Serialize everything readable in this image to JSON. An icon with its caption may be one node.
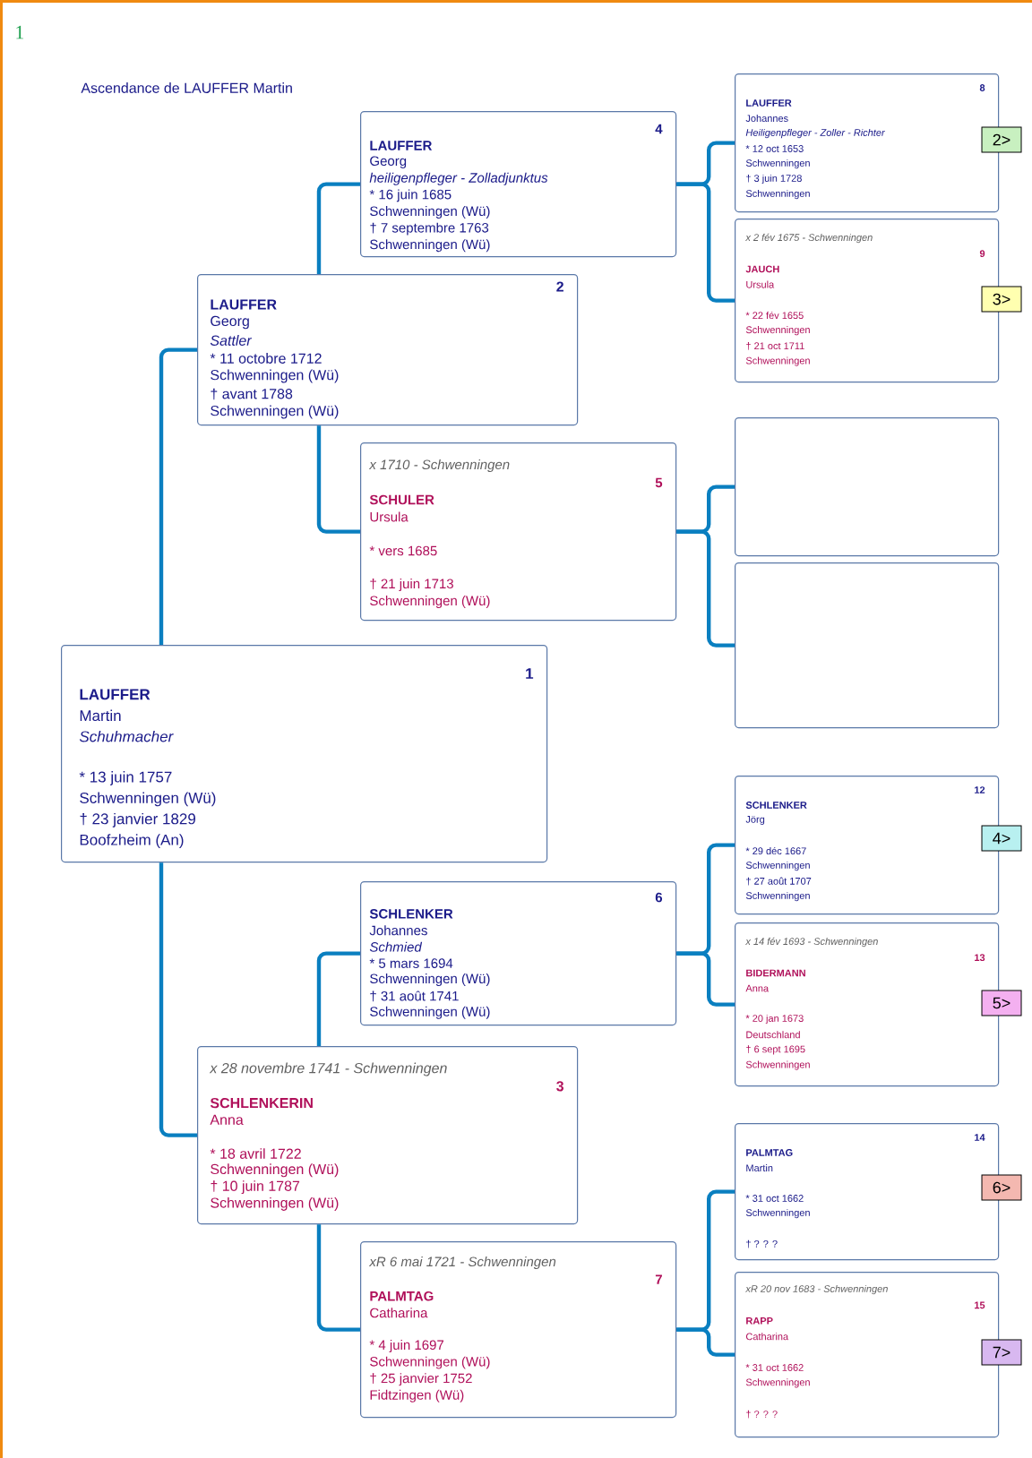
{
  "diagram": {
    "title": "Ascendance de LAUFFER Martin",
    "nodes": [
      {
        "text": [
          "1",
          "LAUFFER",
          "Martin",
          "Schuhmacher",
          "* 13 juin 1757",
          "Schwenningen (Wü)",
          "† 23 janvier 1829",
          "Boofzheim (An)"
        ]
      },
      {
        "text": [
          "2",
          "LAUFFER",
          "Georg",
          "Sattler",
          "* 11 octobre 1712",
          "Schwenningen (Wü)",
          "† avant 1788",
          "Schwenningen (Wü)"
        ]
      },
      {
        "text": [
          "x 28 novembre 1741 - Schwenningen",
          "3",
          "SCHLENKERIN",
          "Anna",
          "* 18 avril 1722",
          "Schwenningen (Wü)",
          "† 10 juin 1787",
          "Schwenningen (Wü)"
        ]
      },
      {
        "text": [
          "4",
          "LAUFFER",
          "Georg",
          "heiligenpfleger - Zolladjunktus",
          "* 16 juin 1685",
          "Schwenningen (Wü)",
          "† 7 septembre 1763",
          "Schwenningen (Wü)"
        ]
      },
      {
        "text": [
          "x 1710 - Schwenningen",
          "5",
          "SCHULER",
          "Ursula",
          "* vers 1685",
          "† 21 juin 1713",
          "Schwenningen (Wü)"
        ]
      },
      {
        "text": [
          "6",
          "SCHLENKER",
          "Johannes",
          "Schmied",
          "* 5 mars 1694",
          "Schwenningen (Wü)",
          "† 31 août 1741",
          "Schwenningen (Wü)"
        ]
      },
      {
        "text": [
          "xR 6 mai 1721 - Schwenningen",
          "7",
          "PALMTAG",
          "Catharina",
          "* 4 juin 1697",
          "Schwenningen (Wü)",
          "† 25 janvier 1752",
          "Fidtzingen (Wü)"
        ]
      },
      {
        "text": [
          "8",
          "LAUFFER",
          "Johannes",
          "Heiligenpfleger - Zoller - Richter",
          "* 12 oct 1653",
          "Schwenningen",
          "† 3 juin 1728",
          "Schwenningen"
        ]
      },
      {
        "text": [
          "x 2 fév 1675 - Schwenningen",
          "9",
          "JAUCH",
          "Ursula",
          "* 22 fév 1655",
          "Schwenningen",
          "† 21 oct 1711",
          "Schwenningen"
        ]
      },
      {
        "text": [],
        "shape": "box"
      },
      {
        "text": [],
        "shape": "box"
      },
      {
        "text": [
          "12",
          "SCHLENKER",
          "Jörg",
          "* 29 déc 1667",
          "Schwenningen",
          "† 27 août 1707",
          "Schwenningen"
        ]
      },
      {
        "text": [
          "x 14 fév 1693 - Schwenningen",
          "13",
          "BIDERMANN",
          "Anna",
          "* 20 jan 1673",
          "Deutschland",
          "† 6 sept 1695",
          "Schwenningen"
        ]
      },
      {
        "text": [
          "14",
          "PALMTAG",
          "Martin",
          "* 31 oct 1662",
          "Schwenningen",
          "† ? ? ?"
        ]
      },
      {
        "text": [
          "xR 20 nov 1683 - Schwenningen",
          "15",
          "RAPP",
          "Catharina",
          "* 31 oct 1662",
          "Schwenningen",
          "† ? ? ?"
        ]
      },
      {
        "text": [
          "2>"
        ]
      },
      {
        "text": [
          "3>"
        ]
      },
      {
        "text": [
          "4>"
        ]
      },
      {
        "text": [
          "5>"
        ]
      },
      {
        "text": [
          "6>"
        ]
      },
      {
        "text": [
          "7>"
        ]
      }
    ],
    "edges": [
      {
        "from": 0,
        "to": 1,
        "arrow": "none"
      },
      {
        "from": 0,
        "to": 2,
        "arrow": "none"
      },
      {
        "from": 1,
        "to": 3,
        "arrow": "none"
      },
      {
        "from": 1,
        "to": 4,
        "arrow": "none"
      },
      {
        "from": 2,
        "to": 5,
        "arrow": "none"
      },
      {
        "from": 2,
        "to": 6,
        "arrow": "none"
      },
      {
        "from": 3,
        "to": 7,
        "arrow": "none"
      },
      {
        "from": 3,
        "to": 8,
        "arrow": "none"
      },
      {
        "from": 4,
        "to": 9,
        "arrow": "none"
      },
      {
        "from": 4,
        "to": 10,
        "arrow": "none"
      },
      {
        "from": 5,
        "to": 11,
        "arrow": "none"
      },
      {
        "from": 5,
        "to": 12,
        "arrow": "none"
      },
      {
        "from": 6,
        "to": 13,
        "arrow": "none"
      },
      {
        "from": 6,
        "to": 14,
        "arrow": "none"
      }
    ],
    "labels": [
      "1"
    ]
  }
}
